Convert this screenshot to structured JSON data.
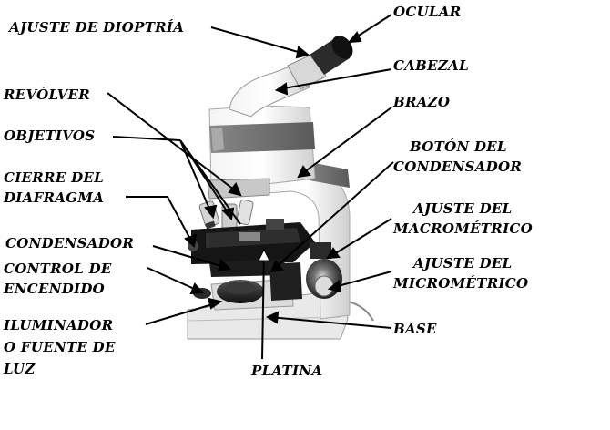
{
  "diagram": {
    "labels": {
      "ajuste_dioptria": "AJUSTE DE DIOPTRÍA",
      "ocular": "OCULAR",
      "cabezal": "CABEZAL",
      "revolver": "REVÓLVER",
      "brazo": "BRAZO",
      "objetivos": "OBJETIVOS",
      "boton_condensador_1": "BOTÓN DEL",
      "boton_condensador_2": "CONDENSADOR",
      "cierre_diafragma_1": "CIERRE DEL",
      "cierre_diafragma_2": "DIAFRAGMA",
      "ajuste_macro_1": "AJUSTE DEL",
      "ajuste_macro_2": "MACROMÉTRICO",
      "condensador": "CONDENSADOR",
      "control_encendido_1": "CONTROL DE",
      "control_encendido_2": "ENCENDIDO",
      "ajuste_micro_1": "AJUSTE DEL",
      "ajuste_micro_2": "MICROMÉTRICO",
      "iluminador_1": "ILUMINADOR",
      "iluminador_2": "O FUENTE DE",
      "iluminador_3": "LUZ",
      "base": "BASE",
      "platina": "PLATINA"
    }
  }
}
